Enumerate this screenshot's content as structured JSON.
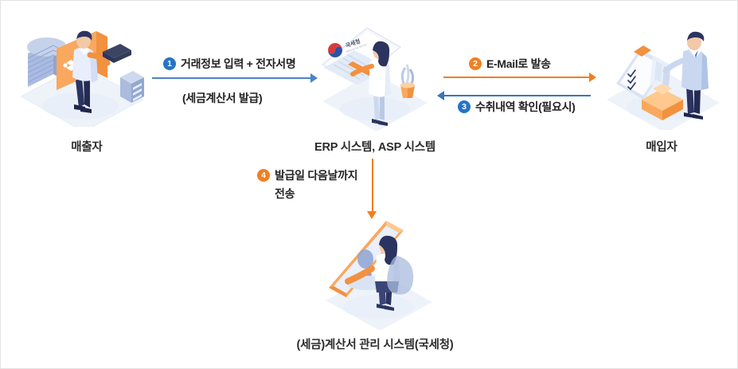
{
  "diagram": {
    "type": "process-flow",
    "title_visible": false,
    "nodes": [
      {
        "id": "seller",
        "caption": "매출자",
        "illustration": "person-with-coins-and-folder-at-desk"
      },
      {
        "id": "erp",
        "caption": "ERP 시스템, ASP 시스템",
        "illustration": "woman-typing-on-laptop-with-nts-logo"
      },
      {
        "id": "buyer",
        "caption": "매입자",
        "illustration": "man-with-checklist-clipboard-and-box"
      },
      {
        "id": "nts",
        "caption": "(세금)계산서 관리 시스템(국세청)",
        "illustration": "woman-at-large-screen-monitor"
      }
    ],
    "steps": [
      {
        "number": "1",
        "label": "거래정보 입력 + 전자서명",
        "sublabel": "(세금계산서 발급)",
        "from": "seller",
        "to": "erp",
        "direction": "right",
        "color": "#4b82c8",
        "badge_color": "#2574c4"
      },
      {
        "number": "2",
        "label": "E-Mail로 발송",
        "sublabel": "",
        "from": "erp",
        "to": "buyer",
        "direction": "right",
        "color": "#f07f22",
        "badge_color": "#ef8023"
      },
      {
        "number": "3",
        "label": "수취내역 확인(필요시)",
        "sublabel": "",
        "from": "buyer",
        "to": "erp",
        "direction": "left",
        "color": "#3a74bd",
        "badge_color": "#2574c4"
      },
      {
        "number": "4",
        "label": "발급일 다음날까지",
        "sublabel": "전송",
        "from": "erp",
        "to": "nts",
        "direction": "down",
        "color": "#f07f22",
        "badge_color": "#ef8023"
      }
    ],
    "logo": {
      "name": "nts-taegeuk-logo",
      "text": "국세청"
    },
    "colors": {
      "blue": "#4b82c8",
      "orange": "#f07f22",
      "badge_blue": "#2574c4",
      "badge_orange": "#ef8023",
      "text": "#222222",
      "background": "#ffffff"
    }
  }
}
